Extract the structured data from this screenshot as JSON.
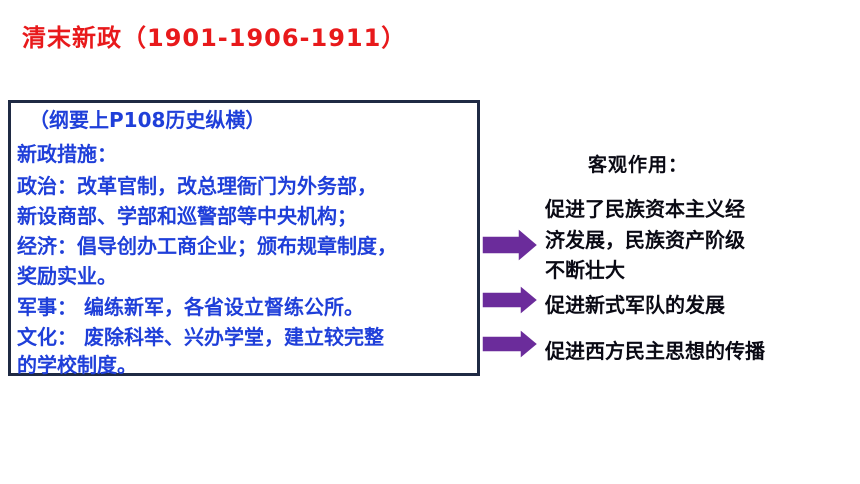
{
  "title": "清末新政（1901-1906-1911）",
  "box": {
    "lines": [
      "（纲要上P108历史纵横）",
      "新政措施：",
      "政治：改革官制，改总理衙门为外务部，",
      "新设商部、学部和巡警部等中央机构；",
      "经济：倡导创办工商企业；颁布规章制度，",
      "奖励实业。",
      "军事： 编练新军，各省设立督练公所。",
      "文化： 废除科举、兴办学堂，建立较完整",
      "的学校制度。"
    ]
  },
  "effects": {
    "heading": "客观作用：",
    "items": [
      {
        "lines": [
          "促进了民族资本主义经",
          "济发展，民族资产阶级",
          "不断壮大"
        ]
      },
      {
        "lines": [
          "促进新式军队的发展"
        ]
      },
      {
        "lines": [
          "促进西方民主思想的传播"
        ]
      }
    ]
  },
  "colors": {
    "title": "#e8191b",
    "box_text": "#1f3fd9",
    "box_border": "#1f2a44",
    "arrow": "#6b2c9b",
    "effect_text": "#0a0a14"
  }
}
